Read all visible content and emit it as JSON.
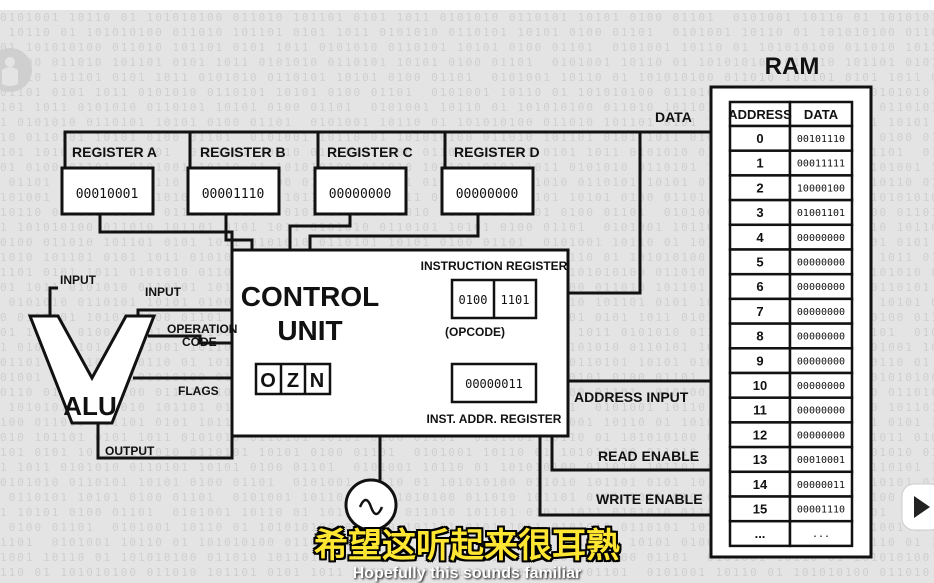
{
  "registers": [
    {
      "label": "REGISTER A",
      "value": "00010001"
    },
    {
      "label": "REGISTER B",
      "value": "00001110"
    },
    {
      "label": "REGISTER C",
      "value": "00000000"
    },
    {
      "label": "REGISTER D",
      "value": "00000000"
    }
  ],
  "control_unit": {
    "title_line1": "CONTROL",
    "title_line2": "UNIT",
    "instruction_register": {
      "label": "INSTRUCTION REGISTER",
      "opcode": "0100",
      "address": "1101",
      "opcode_label": "(OPCODE)"
    },
    "inst_addr_register": {
      "label": "INST. ADDR. REGISTER",
      "value": "00000011"
    },
    "flags": [
      "O",
      "Z",
      "N"
    ]
  },
  "alu": {
    "label": "ALU",
    "input_left": "INPUT",
    "input_right": "INPUT",
    "operation_code_line1": "OPERATION",
    "operation_code_line2": "CODE",
    "flags_label": "FLAGS",
    "output_label": "OUTPUT"
  },
  "bus_labels": {
    "data": "DATA",
    "address_input": "ADDRESS INPUT",
    "read_enable": "READ ENABLE",
    "write_enable": "WRITE ENABLE"
  },
  "ram": {
    "title": "RAM",
    "headers": [
      "ADDRESS",
      "DATA"
    ],
    "rows": [
      {
        "address": "0",
        "data": "00101110"
      },
      {
        "address": "1",
        "data": "00011111"
      },
      {
        "address": "2",
        "data": "10000100"
      },
      {
        "address": "3",
        "data": "01001101"
      },
      {
        "address": "4",
        "data": "00000000"
      },
      {
        "address": "5",
        "data": "00000000"
      },
      {
        "address": "6",
        "data": "00000000"
      },
      {
        "address": "7",
        "data": "00000000"
      },
      {
        "address": "8",
        "data": "00000000"
      },
      {
        "address": "9",
        "data": "00000000"
      },
      {
        "address": "10",
        "data": "00000000"
      },
      {
        "address": "11",
        "data": "00000000"
      },
      {
        "address": "12",
        "data": "00000000"
      },
      {
        "address": "13",
        "data": "00010001"
      },
      {
        "address": "14",
        "data": "00000011"
      },
      {
        "address": "15",
        "data": "00001110"
      },
      {
        "address": "...",
        "data": "..."
      }
    ]
  },
  "subtitle_zh": "希望这听起来很耳熟",
  "caption_en": "Hopefully this sounds familiar",
  "background_bits": "0101001 10110 01 101010100 011010 101101 0101 1011 0101010 0110101 10101 0100 01101"
}
